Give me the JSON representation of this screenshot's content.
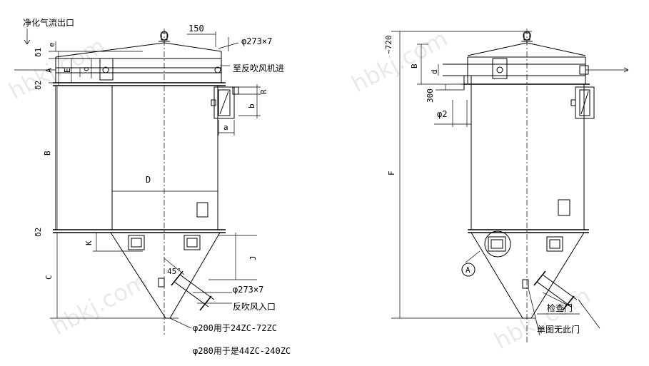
{
  "watermark": "hbkj.com",
  "left_view": {
    "outlet_label": "净化气流出口",
    "dim_150": "150",
    "inlet_pipe": "φ273×7",
    "to_blower": "至反吹风机进",
    "reverse_inlet_pipe": "φ273×7",
    "reverse_inlet_label": "反吹风入口",
    "outlet_200": "φ200用于24ZC-72ZC",
    "outlet_280": "φ280用于是44ZC-240ZC",
    "angle": "45°",
    "dims": {
      "d1": "δ1",
      "e": "e",
      "A": "A",
      "E": "E",
      "d": "d",
      "d2_top": "δ2",
      "B": "B",
      "D": "D",
      "R": "R",
      "b": "b",
      "a": "a",
      "d2_bottom": "δ2",
      "K": "K",
      "C": "C",
      "J": "J"
    }
  },
  "right_view": {
    "dim_720": "~720",
    "B": "B",
    "d": "d",
    "dim_300": "300",
    "phi2": "φ2",
    "F": "F",
    "detail_A": "A",
    "inspect_door": "检查门",
    "no_door": "单图无此门"
  }
}
